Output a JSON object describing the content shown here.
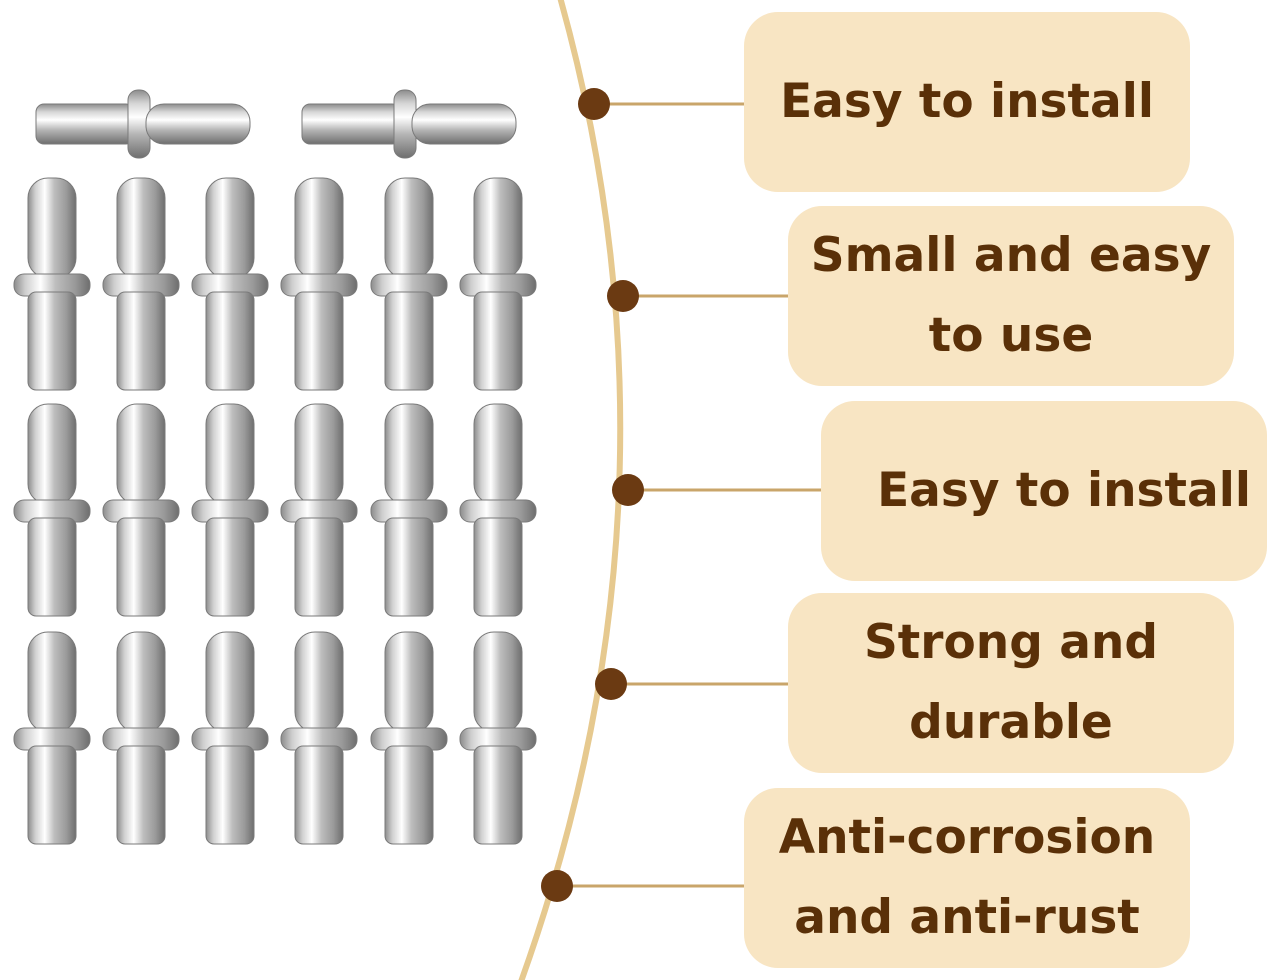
{
  "features": [
    {
      "text": "Easy to install"
    },
    {
      "text": "Small and easy\nto use"
    },
    {
      "text": "Easy to install"
    },
    {
      "text": "Strong and\ndurable"
    },
    {
      "text": "Anti-corrosion\nand anti-rust"
    }
  ],
  "colors": {
    "card_background": "#f8e5c3",
    "text": "#5a3008",
    "arc": "#e6c98f",
    "connector_dot": "#6b3a12",
    "connector_line": "#c9a56a"
  },
  "image": {
    "subject": "metal shelf support pins",
    "vertical_pins": 18,
    "horizontal_pins": 2
  }
}
